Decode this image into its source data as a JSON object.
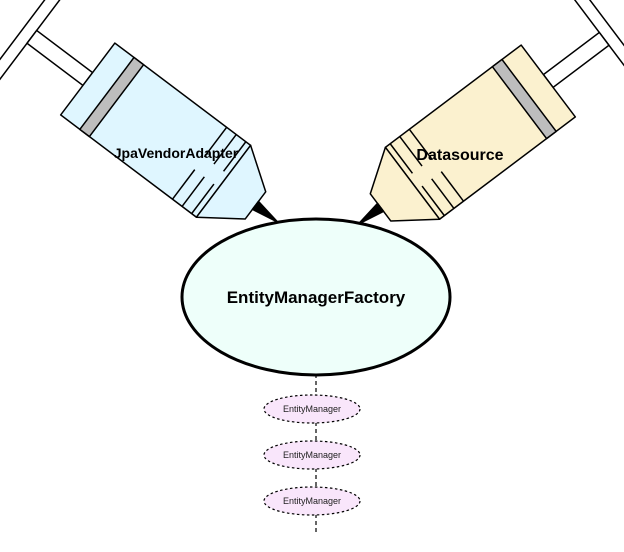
{
  "diagram": {
    "left_syringe": {
      "label": "JpaVendorAdapter",
      "fill": "#dff6ff"
    },
    "right_syringe": {
      "label": "Datasource",
      "fill": "#fbf1cf"
    },
    "factory": {
      "label": "EntityManagerFactory",
      "fill": "#eefffa"
    },
    "managers": {
      "fill": "#f9e6fb",
      "items": [
        {
          "label": "EntityManager"
        },
        {
          "label": "EntityManager"
        },
        {
          "label": "EntityManager"
        }
      ]
    }
  }
}
